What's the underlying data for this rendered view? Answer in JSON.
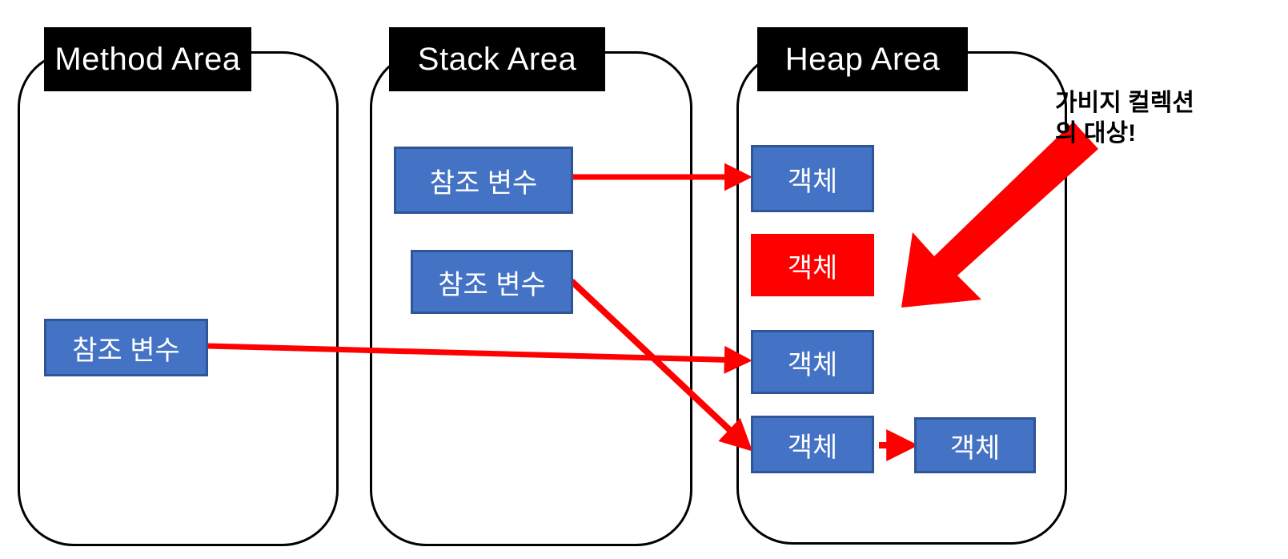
{
  "diagram": {
    "title": "JVM Memory Areas and Garbage Collection",
    "colors": {
      "node_blue_fill": "#4472C4",
      "node_blue_border": "#2F5597",
      "node_red_fill": "#FF0000",
      "arrow_red": "#FF0000",
      "region_border": "#000000",
      "label_bg": "#000000",
      "label_text": "#FFFFFF"
    },
    "regions": [
      {
        "id": "method-area",
        "label": "Method Area"
      },
      {
        "id": "stack-area",
        "label": "Stack Area"
      },
      {
        "id": "heap-area",
        "label": "Heap Area"
      }
    ],
    "method_area": {
      "nodes": [
        {
          "id": "method-ref-var",
          "label": "참조 변수",
          "color": "blue"
        }
      ]
    },
    "stack_area": {
      "nodes": [
        {
          "id": "stack-ref-var-1",
          "label": "참조 변수",
          "color": "blue"
        },
        {
          "id": "stack-ref-var-2",
          "label": "참조 변수",
          "color": "blue"
        }
      ]
    },
    "heap_area": {
      "nodes": [
        {
          "id": "heap-object-1",
          "label": "객체",
          "color": "blue"
        },
        {
          "id": "heap-object-2",
          "label": "객체",
          "color": "red"
        },
        {
          "id": "heap-object-3",
          "label": "객체",
          "color": "blue"
        },
        {
          "id": "heap-object-4",
          "label": "객체",
          "color": "blue"
        },
        {
          "id": "heap-object-5",
          "label": "객체",
          "color": "blue"
        }
      ]
    },
    "callout": {
      "line1": "가비지 컬렉션",
      "line2": "의 대상!"
    },
    "arrows": [
      {
        "id": "arrow-stack1-to-obj1",
        "from": "stack-ref-var-1",
        "to": "heap-object-1"
      },
      {
        "id": "arrow-method-to-obj3",
        "from": "method-ref-var",
        "to": "heap-object-3"
      },
      {
        "id": "arrow-stack2-to-obj4",
        "from": "stack-ref-var-2",
        "to": "heap-object-4"
      },
      {
        "id": "arrow-obj4-to-obj5",
        "from": "heap-object-4",
        "to": "heap-object-5"
      },
      {
        "id": "arrow-callout-to-obj2",
        "from": "callout",
        "to": "heap-object-2"
      }
    ]
  }
}
